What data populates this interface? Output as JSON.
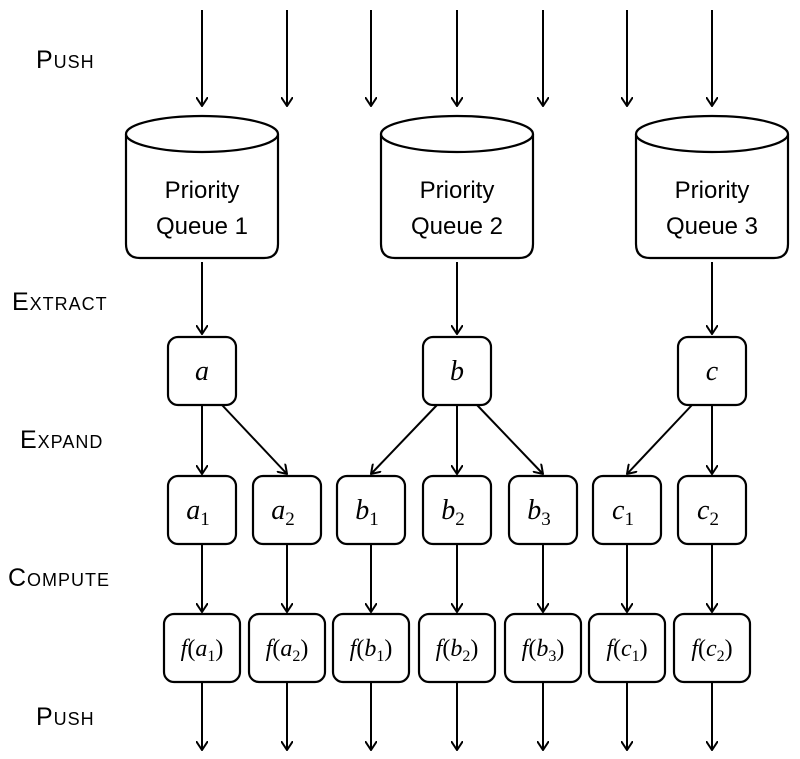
{
  "stages": {
    "push_top": "Push",
    "extract": "Extract",
    "expand": "Expand",
    "compute": "Compute",
    "push_bottom": "Push"
  },
  "queues": [
    {
      "line1": "Priority",
      "line2": "Queue 1"
    },
    {
      "line1": "Priority",
      "line2": "Queue 2"
    },
    {
      "line1": "Priority",
      "line2": "Queue 3"
    }
  ],
  "extracted": [
    {
      "var": "a"
    },
    {
      "var": "b"
    },
    {
      "var": "c"
    }
  ],
  "expanded": [
    {
      "var": "a",
      "sub": "1",
      "parent": 0
    },
    {
      "var": "a",
      "sub": "2",
      "parent": 0
    },
    {
      "var": "b",
      "sub": "1",
      "parent": 1
    },
    {
      "var": "b",
      "sub": "2",
      "parent": 1
    },
    {
      "var": "b",
      "sub": "3",
      "parent": 1
    },
    {
      "var": "c",
      "sub": "1",
      "parent": 2
    },
    {
      "var": "c",
      "sub": "2",
      "parent": 2
    }
  ],
  "computed": [
    {
      "fn": "f",
      "var": "a",
      "sub": "1"
    },
    {
      "fn": "f",
      "var": "a",
      "sub": "2"
    },
    {
      "fn": "f",
      "var": "b",
      "sub": "1"
    },
    {
      "fn": "f",
      "var": "b",
      "sub": "2"
    },
    {
      "fn": "f",
      "var": "b",
      "sub": "3"
    },
    {
      "fn": "f",
      "var": "c",
      "sub": "1"
    },
    {
      "fn": "f",
      "var": "c",
      "sub": "2"
    }
  ]
}
